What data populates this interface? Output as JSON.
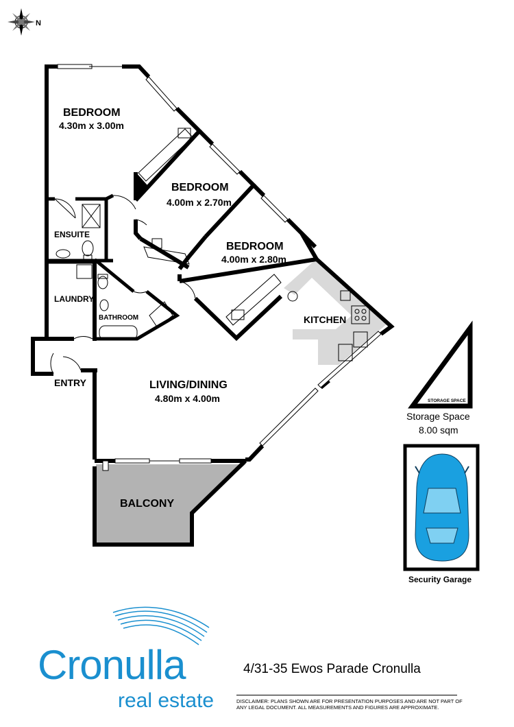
{
  "rooms": {
    "bedroom1": {
      "name": "BEDROOM",
      "dims": "4.30m x 3.00m"
    },
    "bedroom2": {
      "name": "BEDROOM",
      "dims": "4.00m x 2.70m"
    },
    "bedroom3": {
      "name": "BEDROOM",
      "dims": "4.00m x 2.80m"
    },
    "ensuite": "ENSUITE",
    "laundry": "LAUNDRY",
    "bathroom": "BATHROOM",
    "kitchen": "KITCHEN",
    "entry": "ENTRY",
    "living": {
      "name": "LIVING/DINING",
      "dims": "4.80m x 4.00m"
    },
    "balcony": "BALCONY"
  },
  "storage": {
    "inner_label": "STORAGE SPACE",
    "title": "Storage Space",
    "area": "8.00 sqm"
  },
  "garage": {
    "label": "Security Garage"
  },
  "compass": {
    "letter": "N"
  },
  "footer": {
    "logo_main": "Cronulla",
    "logo_sub": "real estate",
    "address": "4/31-35 Ewos Parade Cronulla",
    "disclaimer": "DISCLAIMER: PLANS SHOWN ARE FOR PRESENTATION PURPOSES AND ARE NOT PART OF ANY LEGAL DOCUMENT. ALL MEASUREMENTS AND FIGURES ARE APPROXIMATE."
  },
  "colors": {
    "balcony": "#b3b3b3",
    "kitchen_bench": "#d9d9d9",
    "car": "#1aa0e0",
    "brand": "#1a8fcf"
  }
}
